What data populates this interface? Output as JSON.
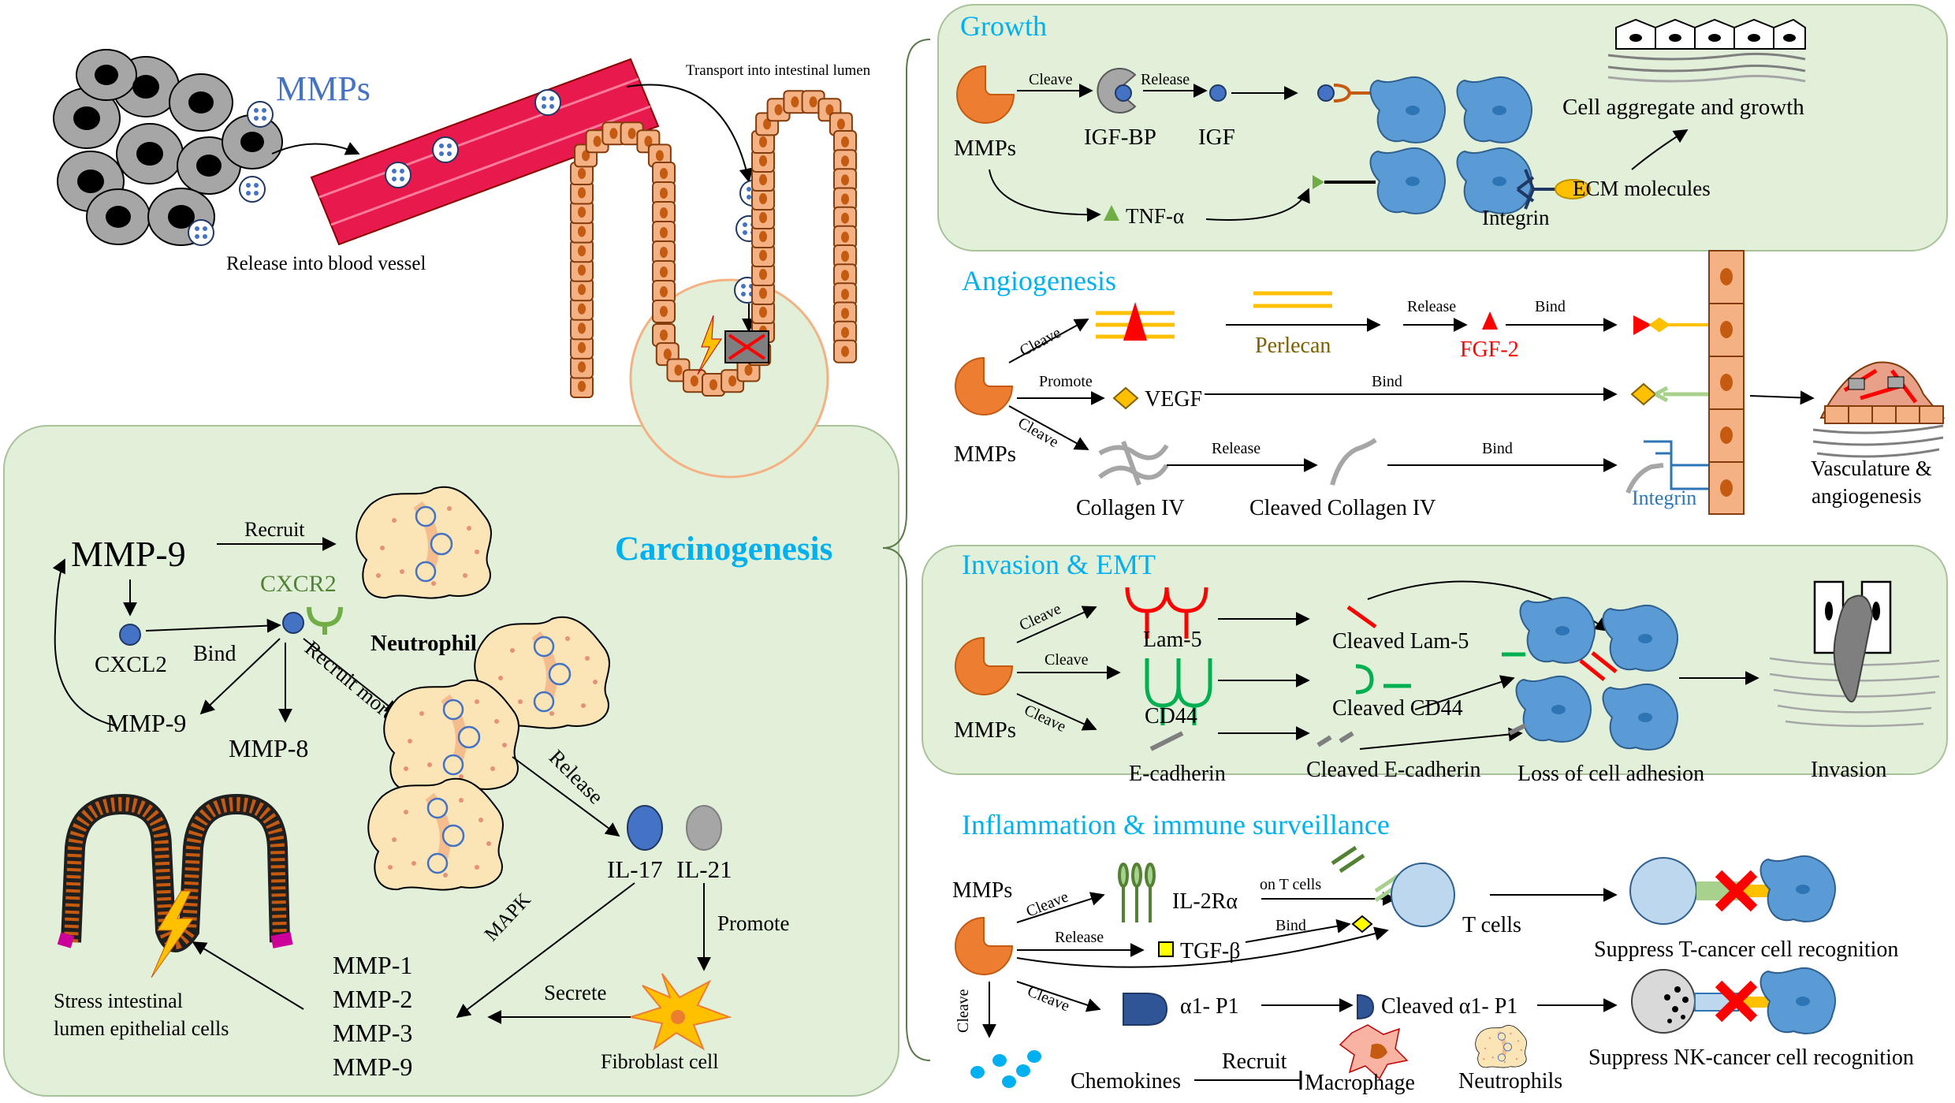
{
  "colors": {
    "panel_bg": "#e2f0d9",
    "panel_border": "#a9c29a",
    "mmp_orange": "#ed7d31",
    "cyan_title": "#00b0f0",
    "mmps_blue": "#4472c4",
    "vessel_red": "#e8194c",
    "cell_blue": "#5b9bd5",
    "fgf_red": "#ff0000",
    "perlecan_gold": "#ffc000",
    "cd44_green": "#00b050",
    "lam_red": "#ff0000"
  },
  "top": {
    "mmps_label": "MMPs",
    "release_blood_vessel": "Release into blood vessel",
    "transport_lumen": "Transport into intestinal lumen"
  },
  "carcinogenesis_label": "Carcinogenesis",
  "left_panel": {
    "mmp9_top": "MMP-9",
    "recruit": "Recruit",
    "cxcr2": "CXCR2",
    "neutrophil": "Neutrophil",
    "cxcl2": "CXCL2",
    "bind": "Bind",
    "recruit_more": "Recruit more",
    "mmp9_left": "MMP-9",
    "mmp8": "MMP-8",
    "release": "Release",
    "il17": "IL-17",
    "il21": "IL-21",
    "mapk": "MAPK",
    "promote": "Promote",
    "mmp_list": [
      "MMP-1",
      "MMP-2",
      "MMP-3",
      "MMP-9"
    ],
    "secrete": "Secrete",
    "fibroblast": "Fibroblast cell",
    "stress_line1": "Stress intestinal",
    "stress_line2": "lumen epithelial cells"
  },
  "growth": {
    "title": "Growth",
    "mmps": "MMPs",
    "cleave": "Cleave",
    "igfbp": "IGF-BP",
    "release": "Release",
    "igf": "IGF",
    "tnf": "TNF-α",
    "integrin": "Integrin",
    "ecm": "ECM molecules",
    "cell_aggregate": "Cell aggregate and growth"
  },
  "angiogenesis": {
    "title": "Angiogenesis",
    "cleave1": "Cleave",
    "perlecan": "Perlecan",
    "release1": "Release",
    "fgf2": "FGF-2",
    "bind1": "Bind",
    "promote": "Promote",
    "vegf": "VEGF",
    "bind2": "Bind",
    "mmps": "MMPs",
    "cleave2": "Cleave",
    "release2": "Release",
    "bind3": "Bind",
    "collagen": "Collagen IV",
    "cleaved_collagen": "Cleaved Collagen IV",
    "integrin": "Integrin",
    "vasc1": "Vasculature &",
    "vasc2": "angiogenesis"
  },
  "invasion": {
    "title": "Invasion & EMT",
    "cleave1": "Cleave",
    "cleave2": "Cleave",
    "cleave3": "Cleave",
    "mmps": "MMPs",
    "lam5": "Lam-5",
    "cd44": "CD44",
    "ecad": "E-cadherin",
    "cleaved_lam5": "Cleaved Lam-5",
    "cleaved_cd44": "Cleaved CD44",
    "cleaved_ecad": "Cleaved E-cadherin",
    "loss_adhesion": "Loss of cell adhesion",
    "invasion": "Invasion"
  },
  "inflammation": {
    "title": "Inflammation & immune surveillance",
    "mmps": "MMPs",
    "cleave1": "Cleave",
    "il2ra": "IL-2Rα",
    "on_t_cells": "on T cells",
    "release": "Release",
    "tgfb": "TGF-β",
    "bind": "Bind",
    "t_cells": "T cells",
    "suppress_t": "Suppress T-cancer cell recognition",
    "cleave_down": "Cleave",
    "cleave2": "Cleave",
    "a1p1": "α1- P1",
    "cleaved_a1p1": "Cleaved α1- P1",
    "suppress_nk": "Suppress NK-cancer cell recognition",
    "chemokines": "Chemokines",
    "recruit": "Recruit",
    "macrophage": "Macrophage",
    "neutrophils": "Neutrophils"
  }
}
